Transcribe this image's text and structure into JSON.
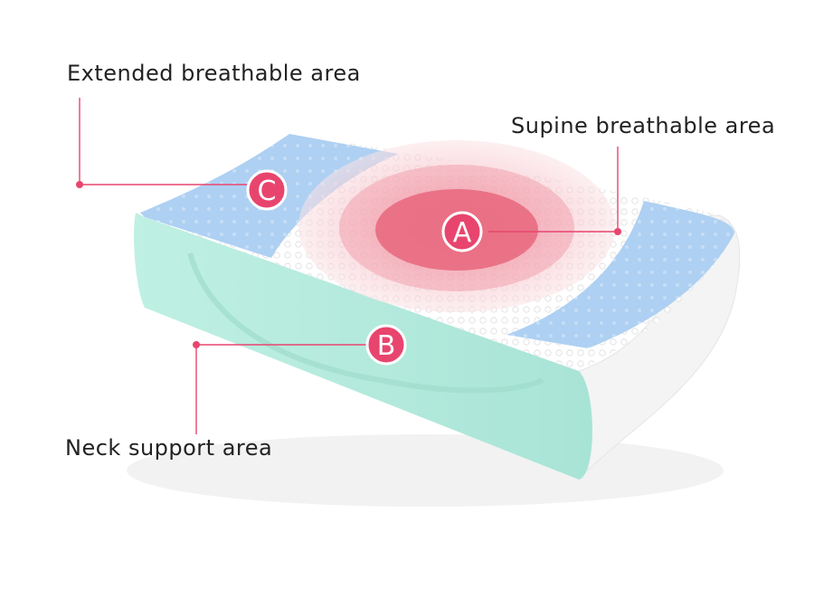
{
  "labels": {
    "extended": "Extended breathable area",
    "supine": "Supine breathable area",
    "neck": "Neck support area"
  },
  "markers": {
    "a": "A",
    "b": "B",
    "c": "C"
  },
  "colors": {
    "accent": "#e8456e",
    "blue_zone": "#a9cdf0",
    "green_zone": "#b8ecdf",
    "white_zone": "#f7f7f7",
    "target_outer": "#f4c6cc",
    "target_inner": "#e8667d"
  }
}
